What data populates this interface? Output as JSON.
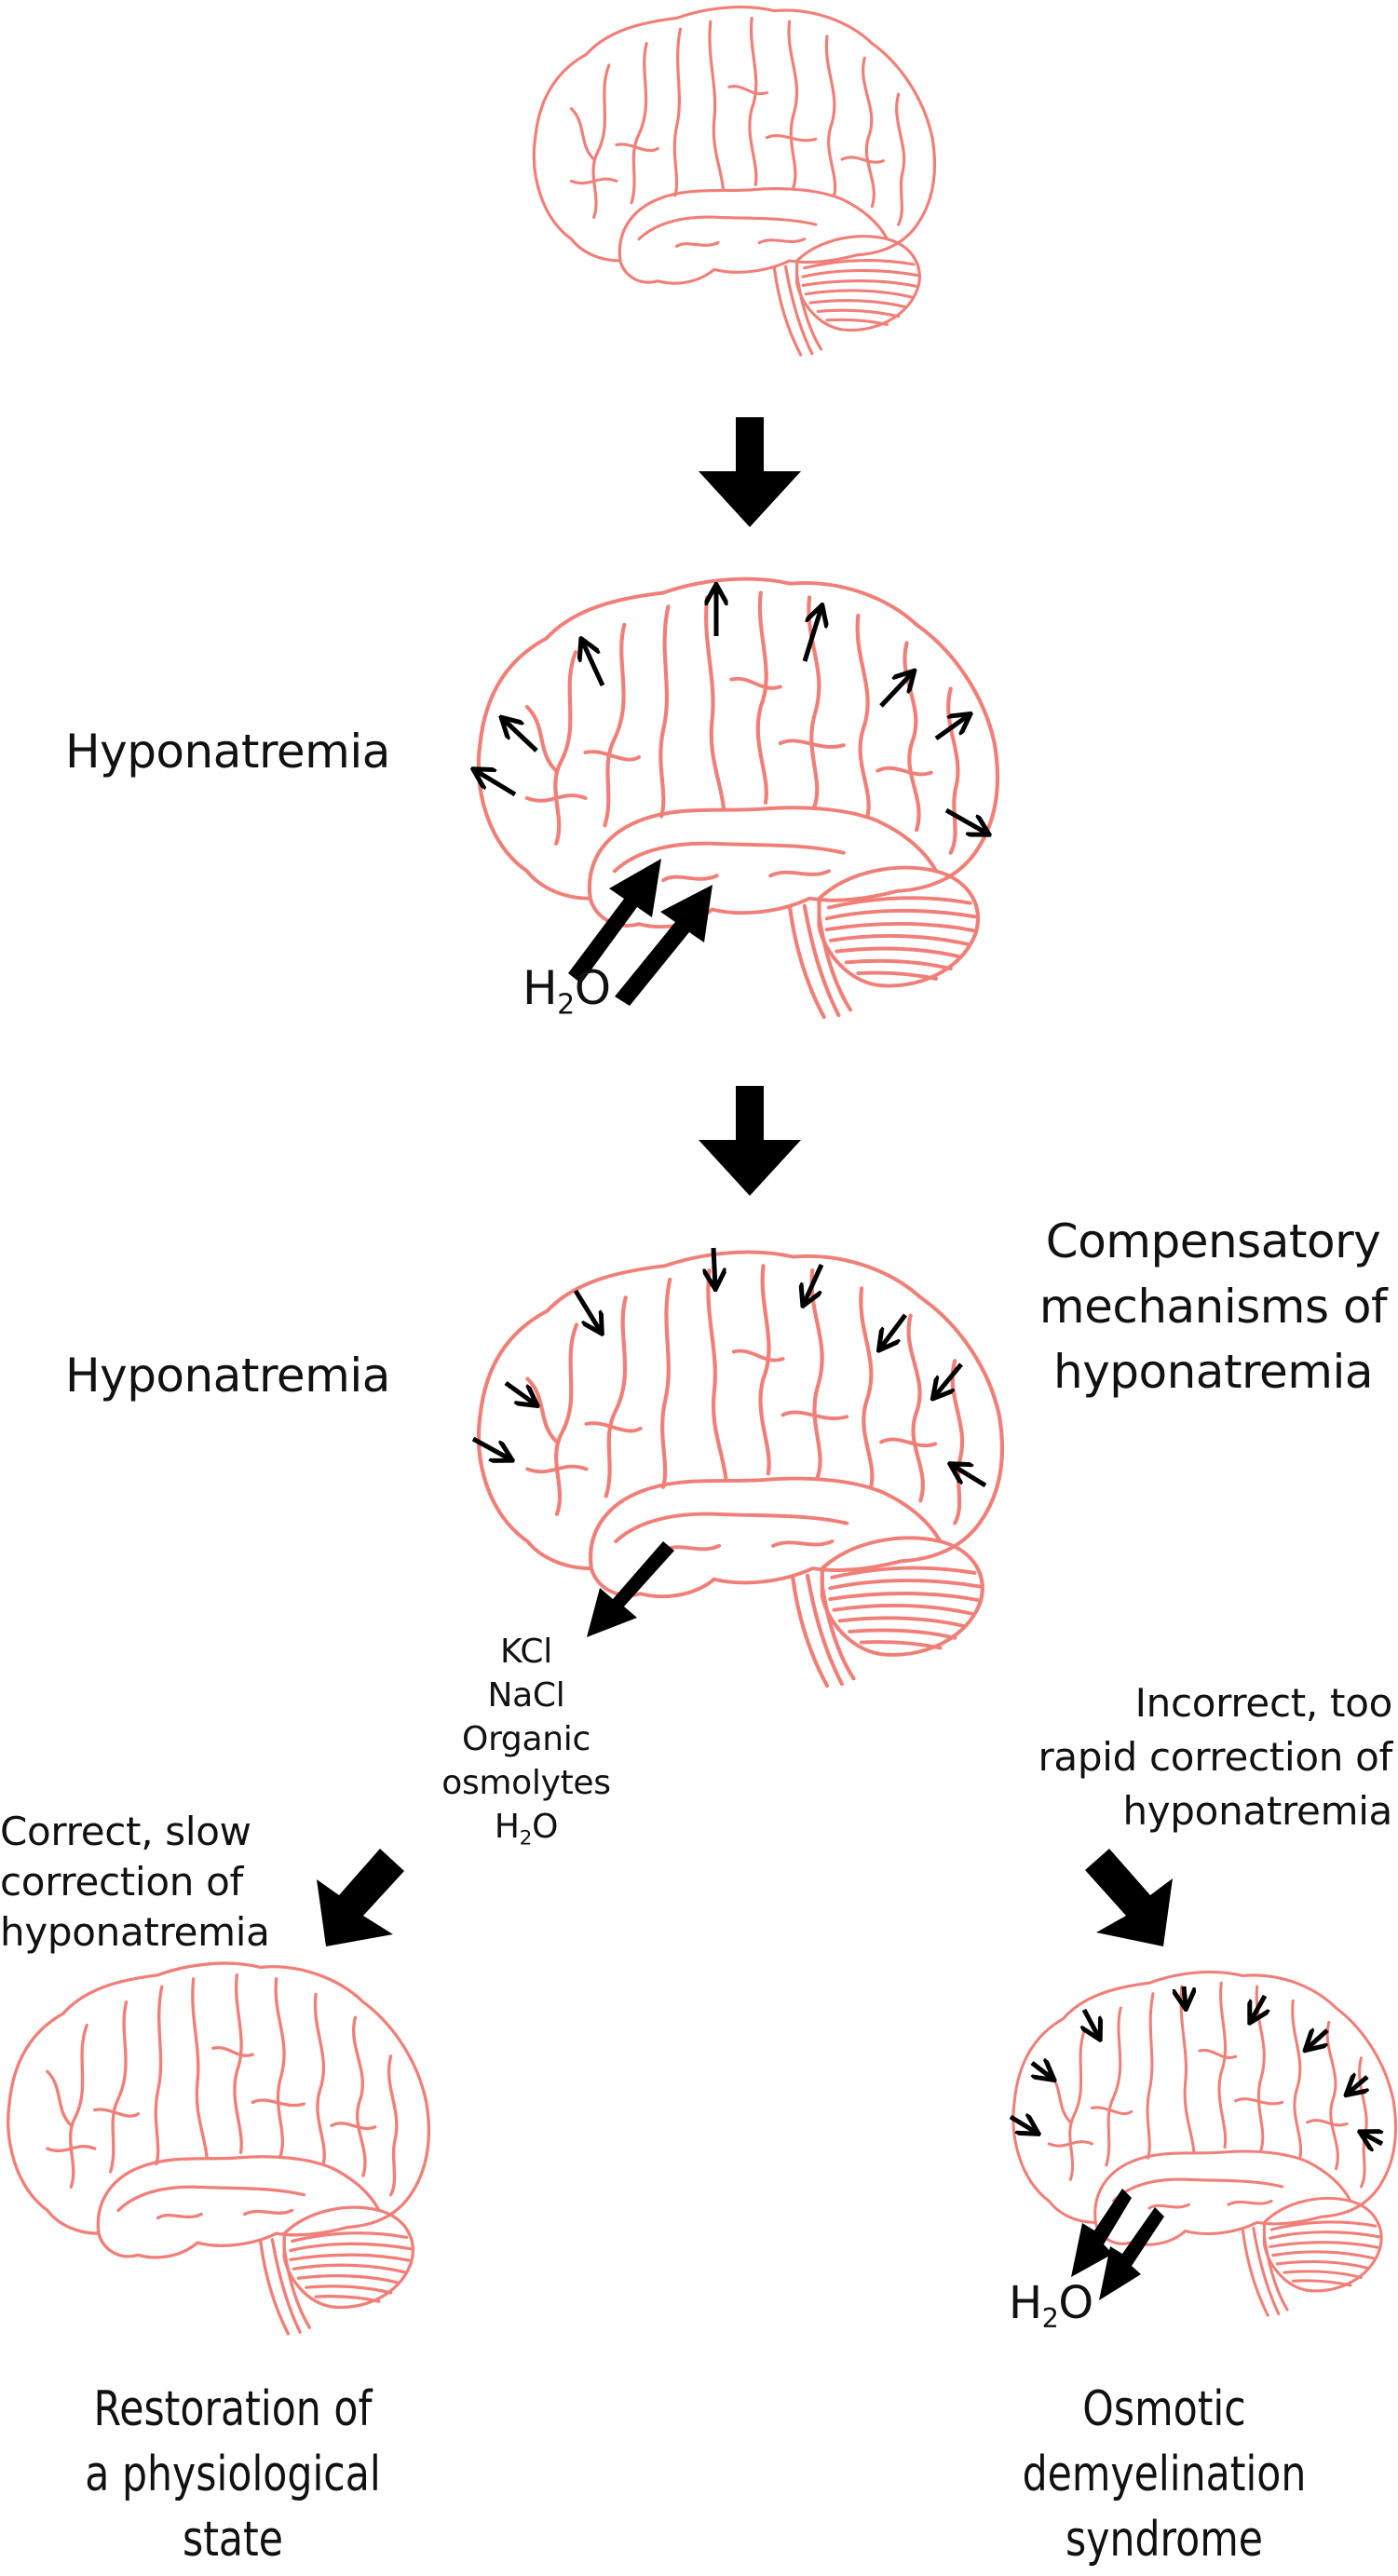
{
  "figure": {
    "title": "Brain response to hyponatremia and its correction",
    "brain_color": "#f07f78",
    "arrow_color": "#000000",
    "stages": [
      {
        "id": "normal",
        "label": ""
      },
      {
        "id": "hyponatremia_swelling",
        "label": "Hyponatremia",
        "inflow": {
          "formula_main": "H",
          "formula_sub": "2",
          "formula_end": "O"
        }
      },
      {
        "id": "hyponatremia_compensation",
        "label": "Hyponatremia",
        "side_label": [
          "Compensatory",
          "mechanisms of",
          "hyponatremia"
        ],
        "outflow": [
          "KCl",
          "NaCl",
          "Organic",
          "osmolytes"
        ],
        "outflow_water": {
          "formula_main": "H",
          "formula_sub": "2",
          "formula_end": "O"
        }
      }
    ],
    "branches": {
      "left": {
        "path_label": [
          "Correct, slow",
          "correction of",
          "hyponatremia"
        ],
        "outcome": [
          "Restoration of",
          "a physiological",
          "state"
        ]
      },
      "right": {
        "path_label": [
          "Incorrect, too",
          "rapid correction of",
          "hyponatremia"
        ],
        "outcome": [
          "Osmotic",
          "demyelination",
          "syndrome"
        ],
        "outflow_water": {
          "formula_main": "H",
          "formula_sub": "2",
          "formula_end": "O"
        }
      }
    }
  }
}
